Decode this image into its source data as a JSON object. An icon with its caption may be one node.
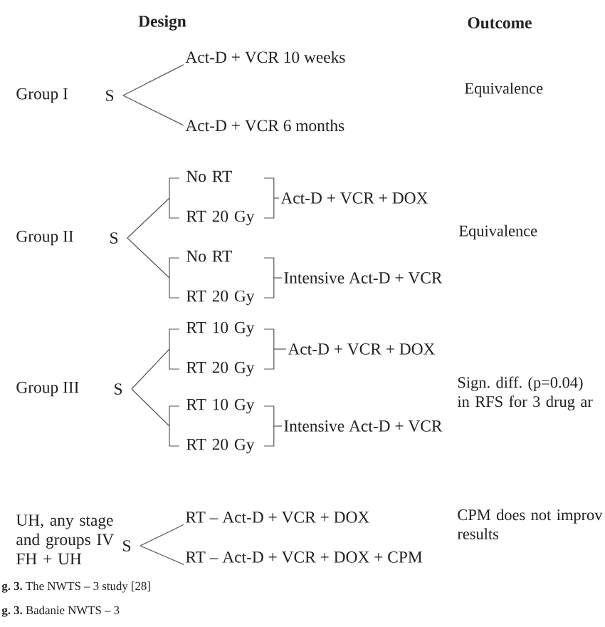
{
  "diagram": {
    "nodes": [
      {
        "text": [
          "S"
        ]
      },
      {
        "text": [
          "Act-D + VCR 10 weeks"
        ]
      },
      {
        "text": [
          "Act-D + VCR 6 months"
        ]
      },
      {
        "text": [
          "S"
        ]
      },
      {
        "text": [
          "No RT",
          "RT 20 Gy"
        ]
      },
      {
        "text": [
          "Act-D + VCR + DOX"
        ]
      },
      {
        "text": [
          "No RT",
          "RT 20 Gy"
        ]
      },
      {
        "text": [
          "Intensive Act-D + VCR"
        ]
      },
      {
        "text": [
          "S"
        ]
      },
      {
        "text": [
          "RT 10 Gy",
          "RT 20 Gy"
        ]
      },
      {
        "text": [
          "Act-D + VCR + DOX"
        ]
      },
      {
        "text": [
          "RT 10 Gy",
          "RT 20 Gy"
        ]
      },
      {
        "text": [
          "Intensive Act-D + VCR"
        ]
      },
      {
        "text": [
          "S"
        ]
      },
      {
        "text": [
          "RT – Act-D + VCR + DOX"
        ]
      },
      {
        "text": [
          "RT – Act-D + VCR + DOX + CPM"
        ]
      }
    ],
    "edges": [
      {
        "from": 0,
        "to": 1,
        "arrow": "none"
      },
      {
        "from": 0,
        "to": 2,
        "arrow": "none"
      },
      {
        "from": 3,
        "to": 4,
        "arrow": "none"
      },
      {
        "from": 3,
        "to": 6,
        "arrow": "none"
      },
      {
        "from": 4,
        "to": 5,
        "arrow": "none"
      },
      {
        "from": 6,
        "to": 7,
        "arrow": "none"
      },
      {
        "from": 8,
        "to": 9,
        "arrow": "none"
      },
      {
        "from": 8,
        "to": 11,
        "arrow": "none"
      },
      {
        "from": 9,
        "to": 10,
        "arrow": "none"
      },
      {
        "from": 11,
        "to": 12,
        "arrow": "none"
      },
      {
        "from": 13,
        "to": 14,
        "arrow": "none"
      },
      {
        "from": 13,
        "to": 15,
        "arrow": "none"
      }
    ],
    "labels": [
      "Design",
      "Outcome",
      "Group I",
      "Equivalence",
      "Group II",
      "Equivalence",
      "Group III",
      "Sign. diff. (p=0.04) in RFS for 3 drug ar",
      "UH, any stage and groups IV FH + UH",
      "CPM does not improv results",
      "**g. 3.** The NWTS – 3 study [28]",
      "**g. 3.** Badanie NWTS – 3"
    ]
  }
}
